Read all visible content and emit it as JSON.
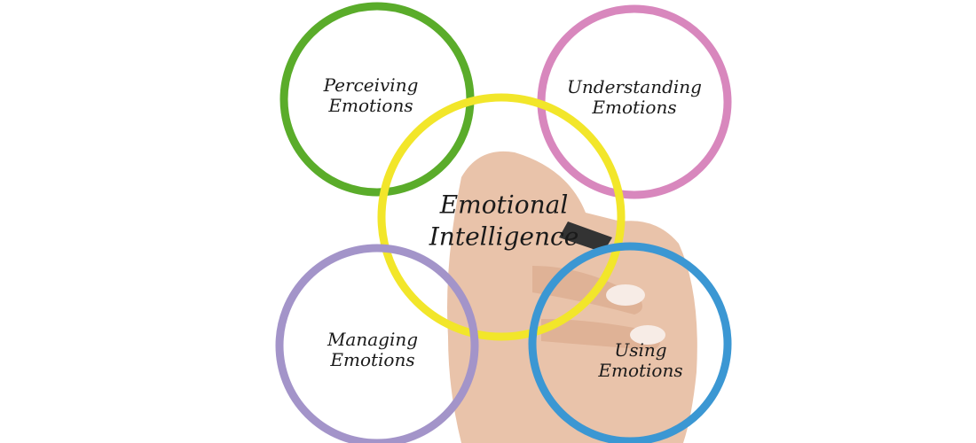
{
  "center": {
    "line1": "Emotional",
    "line2": "Intelligence",
    "color": "#f2e62a"
  },
  "circles": [
    {
      "line1": "Perceiving",
      "line2": "Emotions",
      "color": "#5aac2a"
    },
    {
      "line1": "Understanding",
      "line2": "Emotions",
      "color": "#d887bd"
    },
    {
      "line1": "Managing",
      "line2": "Emotions",
      "color": "#a394c9"
    },
    {
      "line1": "Using",
      "line2": "Emotions",
      "color": "#3b97d3"
    }
  ]
}
